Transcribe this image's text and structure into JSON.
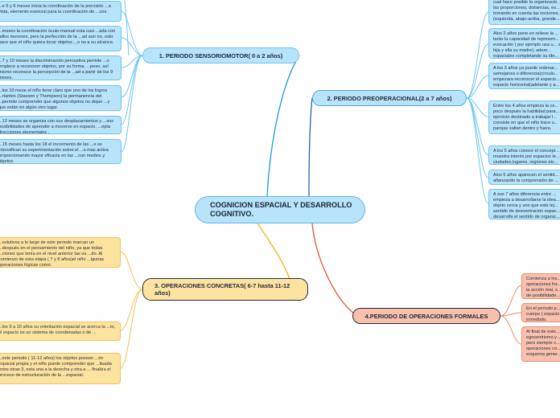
{
  "central": {
    "title": "COGNICION  ESPACIAL Y DESARROLLO COGNITIVO."
  },
  "branches": {
    "b1": "1. PERIODO SENSORIOMOTOR( 0 a 2 años)",
    "b2": "2. PERIODO PREOPERACIONAL(2 a 7 años)",
    "b3": "3. OPERACIONES CONCRETAS( 6-7 hasta 11-12 años)",
    "b4": "4.PERIODO DE OPERACIONES FORMALES"
  },
  "sensoriomotor_notes": [
    "...e 5 y 6 meses inicia la coordinación de la precisión ...a vista, elemento esencial para la coordinación de ...cos.",
    "...meses la coordinación óculo-manual esta casi ...ada con fallos menores, pero la perfección de la ...ad aun no, esto hace que el niño quiera tocar objetos ...o no a su alcance.",
    "...7 y 10 meses la discriminación perceptiva permite ...o empiece a reconocer objetos, por su forma, ...peso, así mismo reconoce la percepción de la ...ad a partir de los 9 meses.",
    "...los 10 mese el niño tiene claro que uno de los logros ...rtantes (Stassen y Thompson) la permanencia del ...permite comprender que algunos objetos no dejan ...y que están en algún otro lugar.",
    "...12 meses se organiza con sus desplazamientos y ...sus posibilidades de aprender a moverse en espacio, ...epta direcciones elementales .",
    "...15 meses  hasta los 18 el incremento de las ...s se intensifican su experimentación sobre el ...s mas activa proporcionando mayor eficacia en las ...con medios y objetos."
  ],
  "preoperacional_notes": [
    "cual hace posible la organizació... las proporciones, distancias, es... tomando en cuenta las nociones... (izquierda, abajo-arriba, grande...",
    "Alos 2 años pone en relieve la ... tanto la capacidad de represen... evocación ( por ejemplo usa u... su hija y ella su madre), adem... espaciales completando su ide...",
    "A los 3 años ya puede ordenar... semejanza o diferencia(círculo... empezara reconocer el espacio... espacio horizontal(adelante y a...",
    "Entre los 4 años empieza la co... poco después la habilidad para... ejercicio destinado a trabajar l... consiste en que el niño trace u... parejas saltan dentro y fuera.",
    "A los 5 años conoce el concept... muestra interés por espacios le... ciudades,lugares, regiones etc...",
    "Alos 6 años aparecen el sentid... afianzando la comprensión de ...",
    "A  sus 7 años diferencia entre ... empieza a desarrollarse la idea... objeto cerca y uno que este lej... sentido de descentración espac... desarrolla el sentido de organiz..."
  ],
  "concretas_notes": [
    "...volutivos a lo largo de este periodo marcan un ...después en el pensamiento del niño, ya que todas ...ciones que tenía en el nivel anterior las va ...do. Al comienzo de esta etapa ( 7 y 8 años)el niño ...lgunas operaciones lógicas como:",
    "...los 9 a 10 años su orientación espacial se acerca la ...to, el espacio es un sistema de coordenadas o de ...",
    "...este periodo ( 11-12 años) los objetos poseen ...ón espacial propia y el niño puede comprender que ...ituada entre otras 3, esta una a la derecha y otra a ... finaliza el proceso de estructuración de la ...espacial."
  ],
  "formales_notes": [
    "Comienza a los... operaciones for... la acción real, s... de posibilidade...",
    "En el periodo p... cuerpo ( espacio... inmediato.",
    "Al final de este... egocentrismo y ... pero siempre c... operaciones co... esquema gener..."
  ],
  "colors": {
    "blue_branch": "#1f9ad6",
    "dark_blue_branch": "#2b5fb3",
    "yellow_branch": "#f2b01e",
    "red_branch": "#e0532d"
  }
}
